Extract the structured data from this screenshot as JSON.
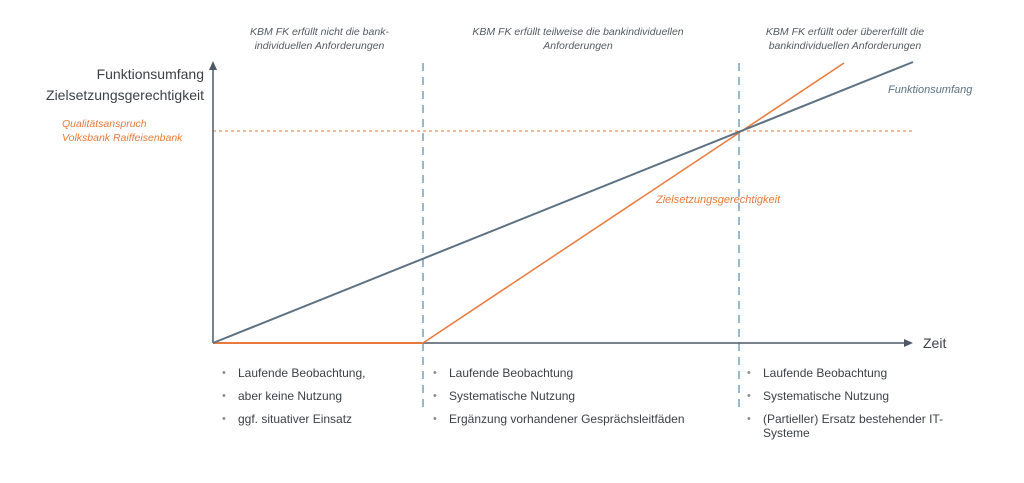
{
  "phases": [
    {
      "header_line1": "KBM FK erfüllt nicht die bank-",
      "header_line2": "individuellen Anforderungen",
      "bullets": [
        "Laufende Beobachtung,",
        "aber keine Nutzung",
        "ggf. situativer Einsatz"
      ]
    },
    {
      "header_line1": "KBM FK erfüllt teilweise die bankindividuellen",
      "header_line2": "Anforderungen",
      "bullets": [
        "Laufende Beobachtung",
        "Systematische Nutzung",
        "Ergänzung vorhandener Gesprächsleitfäden"
      ]
    },
    {
      "header_line1": "KBM FK erfüllt oder übererfüllt die",
      "header_line2": "bankindividuellen Anforderungen",
      "bullets": [
        "Laufende Beobachtung",
        "Systematische Nutzung",
        "(Partieller) Ersatz bestehender IT-Systeme"
      ]
    }
  ],
  "y_axis": {
    "line1": "Funktionsumfang",
    "line2": "Zielsetzungsgerechtigkeit"
  },
  "x_axis": {
    "label": "Zeit"
  },
  "quality": {
    "line1": "Qualitätsanspruch",
    "line2": "Volksbank Raiffeisenbank"
  },
  "series": {
    "funktionsumfang": {
      "label": "Funktionsumfang",
      "color": "#5d7282"
    },
    "zielsetzung": {
      "label": "Zielsetzungsgerechtigkeit",
      "color": "#ea7a3c"
    }
  },
  "colors": {
    "axis": "#4f5a66",
    "divider": "#7aa6bf",
    "quality_line": "#ea7a3c"
  }
}
